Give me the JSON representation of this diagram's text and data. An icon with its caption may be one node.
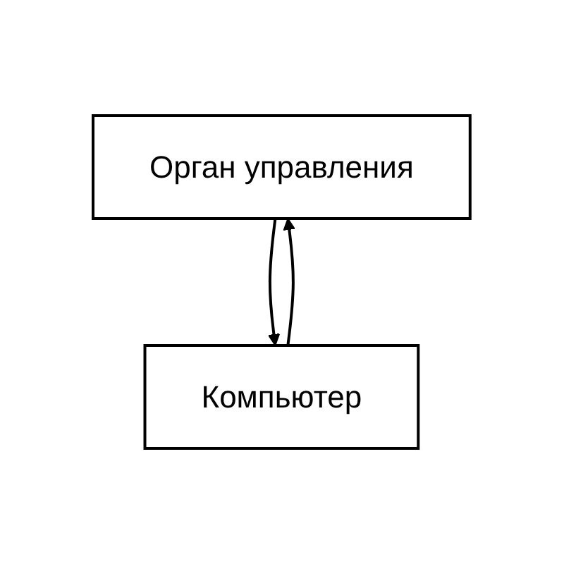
{
  "diagram": {
    "nodes": [
      {
        "text": [
          "Орган управления"
        ]
      },
      {
        "text": [
          "Компьютер"
        ]
      }
    ],
    "edges": [
      {
        "from": 0,
        "to": 1,
        "arrow": "to"
      },
      {
        "from": 1,
        "to": 0,
        "arrow": "to"
      }
    ]
  }
}
